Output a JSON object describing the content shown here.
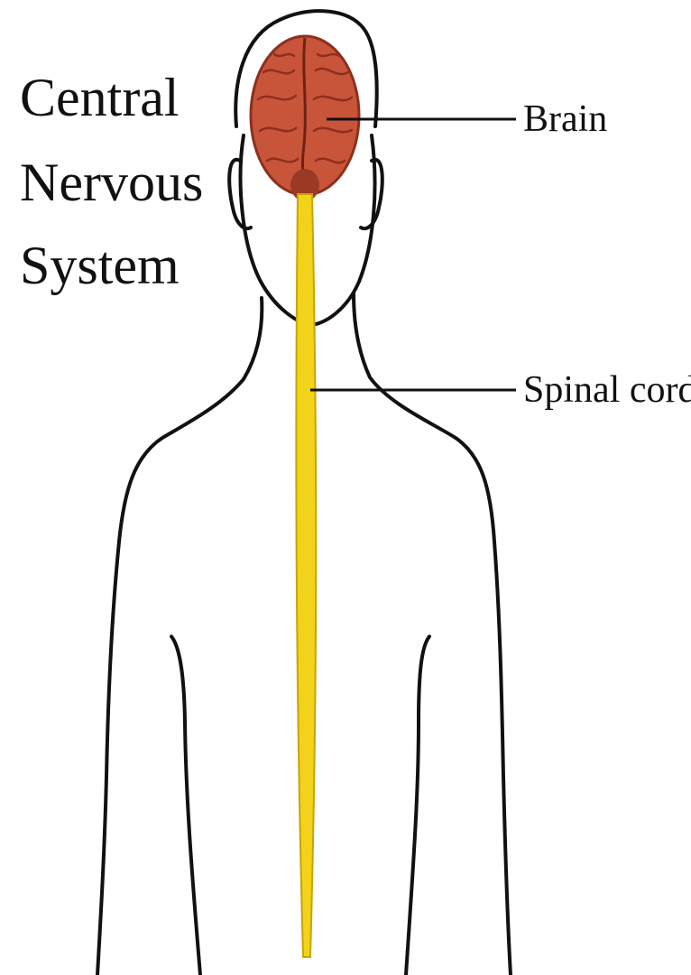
{
  "title": {
    "lines": [
      "Central",
      "Nervous",
      "System"
    ]
  },
  "labels": {
    "brain": "Brain",
    "spinal_cord": "Spinal cord"
  },
  "colors": {
    "background": "#ffffff",
    "outline": "#111111",
    "brain_fill": "#c8553a",
    "brain_dark": "#8e2f1d",
    "spinal_cord_fill": "#f2d21b",
    "spinal_cord_edge": "#c9a400"
  }
}
